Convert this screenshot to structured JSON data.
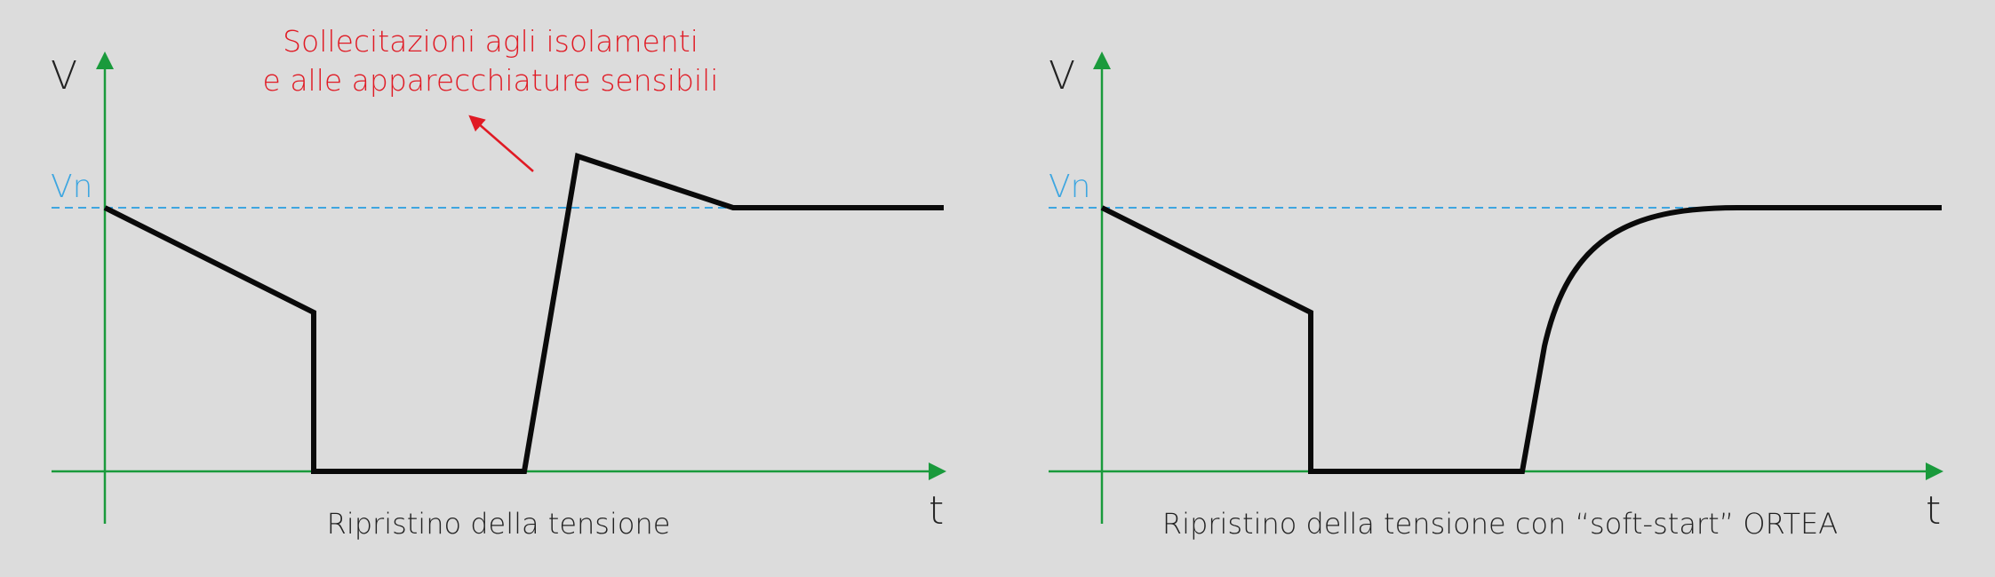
{
  "colors": {
    "background": "#dcdcdc",
    "axis": "#1a9a3c",
    "nominal_line": "#3ea6e0",
    "waveform": "#0a0a0a",
    "annotation": "#e01a24",
    "text": "#222222"
  },
  "annotation": {
    "line1": "Sollecitazioni agli isolamenti",
    "line2": "e alle apparecchiature sensibili"
  },
  "panels": [
    {
      "y_axis_label": "V",
      "x_axis_label": "t",
      "nominal_label": "Vn",
      "caption": "Ripristino della tensione"
    },
    {
      "y_axis_label": "V",
      "x_axis_label": "t",
      "nominal_label": "Vn",
      "caption": "Ripristino della tensione con “soft-start” ORTEA"
    }
  ]
}
